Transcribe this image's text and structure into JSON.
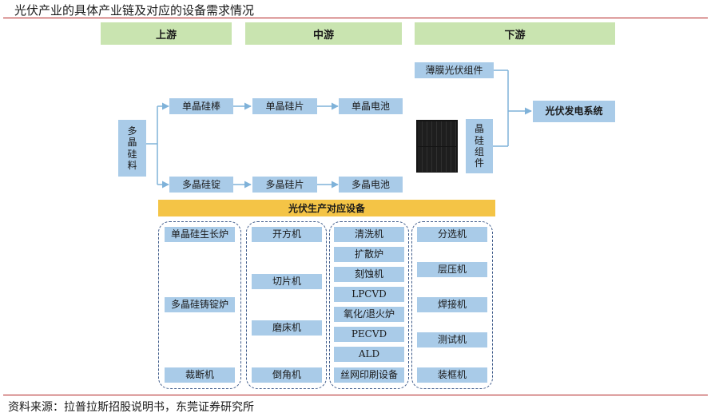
{
  "title": "光伏产业的具体产业链及对应的设备需求情况",
  "source": "资料来源：拉普拉斯招股说明书，东莞证券研究所",
  "stages": {
    "upstream": "上游",
    "midstream": "中游",
    "downstream": "下游"
  },
  "chain": {
    "polysilicon": [
      "多",
      "晶",
      "硅",
      "料"
    ],
    "mono_rod": "单晶硅棒",
    "mono_wafer": "单晶硅片",
    "mono_cell": "单晶电池",
    "multi_ingot": "多晶硅锭",
    "multi_wafer": "多晶硅片",
    "multi_cell": "多晶电池",
    "thin_film_module": "薄膜光伏组件",
    "crystalline_module": [
      "晶",
      "硅",
      "组",
      "件"
    ],
    "pv_system": "光伏发电系统"
  },
  "equipment": {
    "header": "光伏生产对应设备",
    "group1": [
      "单晶硅生长炉",
      "多晶硅铸锭炉",
      "裁断机"
    ],
    "group2": [
      "开方机",
      "切片机",
      "磨床机",
      "倒角机"
    ],
    "group3": [
      "清洗机",
      "扩散炉",
      "刻蚀机",
      "LPCVD",
      "氧化/退火炉",
      "PECVD",
      "ALD",
      "丝网印刷设备"
    ],
    "group4": [
      "分选机",
      "层压机",
      "焊接机",
      "测试机",
      "装框机"
    ]
  },
  "colors": {
    "stage": "#c9e4b0",
    "box": "#a9cbe8",
    "equipment_bar": "#f4c446",
    "group_border": "#3f5b8a"
  }
}
